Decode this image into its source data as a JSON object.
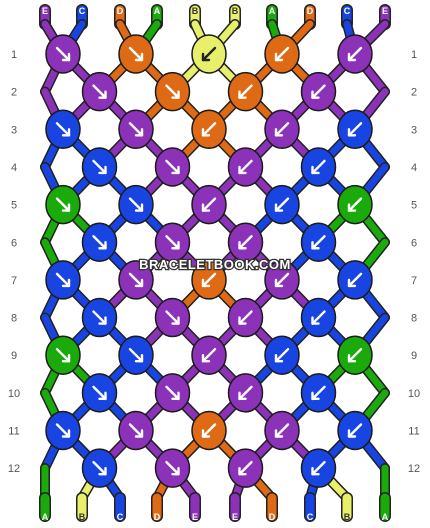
{
  "watermark": "BRACELETBOOK.COM",
  "colors": {
    "A": "#1aaa0b",
    "B": "#e8ef6a",
    "C": "#1845e2",
    "D": "#df6a16",
    "E": "#8c32b8"
  },
  "top_strings": [
    "E",
    "C",
    "D",
    "A",
    "B",
    "B",
    "A",
    "D",
    "C",
    "E"
  ],
  "bottom_strings": [
    "A",
    "B",
    "C",
    "D",
    "E",
    "E",
    "D",
    "C",
    "B",
    "A"
  ],
  "row_labels": [
    "1",
    "2",
    "3",
    "4",
    "5",
    "6",
    "7",
    "8",
    "9",
    "10",
    "11",
    "12"
  ],
  "knot_rows": [
    [
      {
        "c": "E",
        "d": "se"
      },
      {
        "c": "D",
        "d": "se"
      },
      {
        "c": "B",
        "d": "sw"
      },
      {
        "c": "D",
        "d": "sw"
      },
      {
        "c": "E",
        "d": "sw"
      }
    ],
    [
      {
        "c": "E",
        "d": "se"
      },
      {
        "c": "D",
        "d": "se"
      },
      {
        "c": "D",
        "d": "sw"
      },
      {
        "c": "E",
        "d": "sw"
      }
    ],
    [
      {
        "c": "C",
        "d": "se"
      },
      {
        "c": "E",
        "d": "se"
      },
      {
        "c": "D",
        "d": "sw"
      },
      {
        "c": "E",
        "d": "sw"
      },
      {
        "c": "C",
        "d": "sw"
      }
    ],
    [
      {
        "c": "C",
        "d": "se"
      },
      {
        "c": "E",
        "d": "se"
      },
      {
        "c": "E",
        "d": "sw"
      },
      {
        "c": "C",
        "d": "sw"
      }
    ],
    [
      {
        "c": "A",
        "d": "se"
      },
      {
        "c": "C",
        "d": "se"
      },
      {
        "c": "E",
        "d": "sw"
      },
      {
        "c": "C",
        "d": "sw"
      },
      {
        "c": "A",
        "d": "sw"
      }
    ],
    [
      {
        "c": "C",
        "d": "se"
      },
      {
        "c": "E",
        "d": "se"
      },
      {
        "c": "E",
        "d": "sw"
      },
      {
        "c": "C",
        "d": "sw"
      }
    ],
    [
      {
        "c": "C",
        "d": "se"
      },
      {
        "c": "E",
        "d": "se"
      },
      {
        "c": "D",
        "d": "sw"
      },
      {
        "c": "E",
        "d": "sw"
      },
      {
        "c": "C",
        "d": "sw"
      }
    ],
    [
      {
        "c": "C",
        "d": "se"
      },
      {
        "c": "E",
        "d": "se"
      },
      {
        "c": "E",
        "d": "sw"
      },
      {
        "c": "C",
        "d": "sw"
      }
    ],
    [
      {
        "c": "A",
        "d": "se"
      },
      {
        "c": "C",
        "d": "se"
      },
      {
        "c": "E",
        "d": "sw"
      },
      {
        "c": "C",
        "d": "sw"
      },
      {
        "c": "A",
        "d": "sw"
      }
    ],
    [
      {
        "c": "C",
        "d": "se"
      },
      {
        "c": "E",
        "d": "se"
      },
      {
        "c": "E",
        "d": "sw"
      },
      {
        "c": "C",
        "d": "sw"
      }
    ],
    [
      {
        "c": "C",
        "d": "se"
      },
      {
        "c": "E",
        "d": "se"
      },
      {
        "c": "D",
        "d": "sw"
      },
      {
        "c": "E",
        "d": "sw"
      },
      {
        "c": "C",
        "d": "sw"
      }
    ],
    [
      {
        "c": "C",
        "d": "se"
      },
      {
        "c": "E",
        "d": "se"
      },
      {
        "c": "E",
        "d": "sw"
      },
      {
        "c": "C",
        "d": "sw"
      }
    ]
  ]
}
